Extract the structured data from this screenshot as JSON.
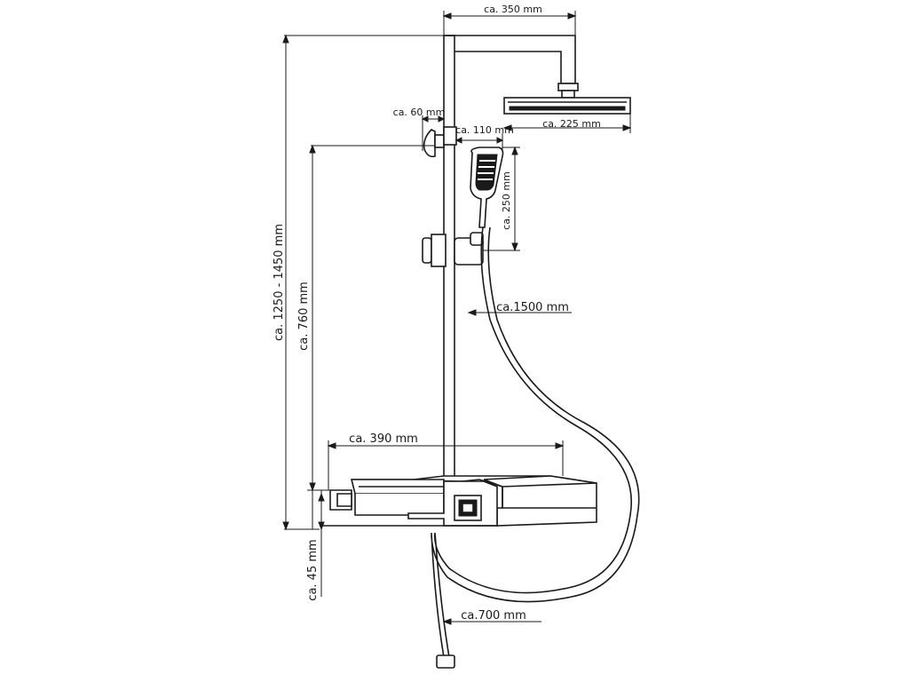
{
  "dimensions": {
    "overhead_arm_width": "ca. 350 mm",
    "total_height": "ca. 1250 - 1450 mm",
    "wall_bracket": "ca. 60 mm",
    "hand_shower_offset": "ca. 110 mm",
    "head_shower_width": "ca. 225 mm",
    "hand_shower_length": "ca. 250 mm",
    "hose_length": "ca.1500 mm",
    "bracket_height": "ca. 760 mm",
    "shelf_width": "ca. 390 mm",
    "base_height": "ca. 45 mm",
    "lower_hose_length": "ca.700 mm"
  },
  "colors": {
    "line": "#1a1a1a",
    "background": "#ffffff"
  }
}
